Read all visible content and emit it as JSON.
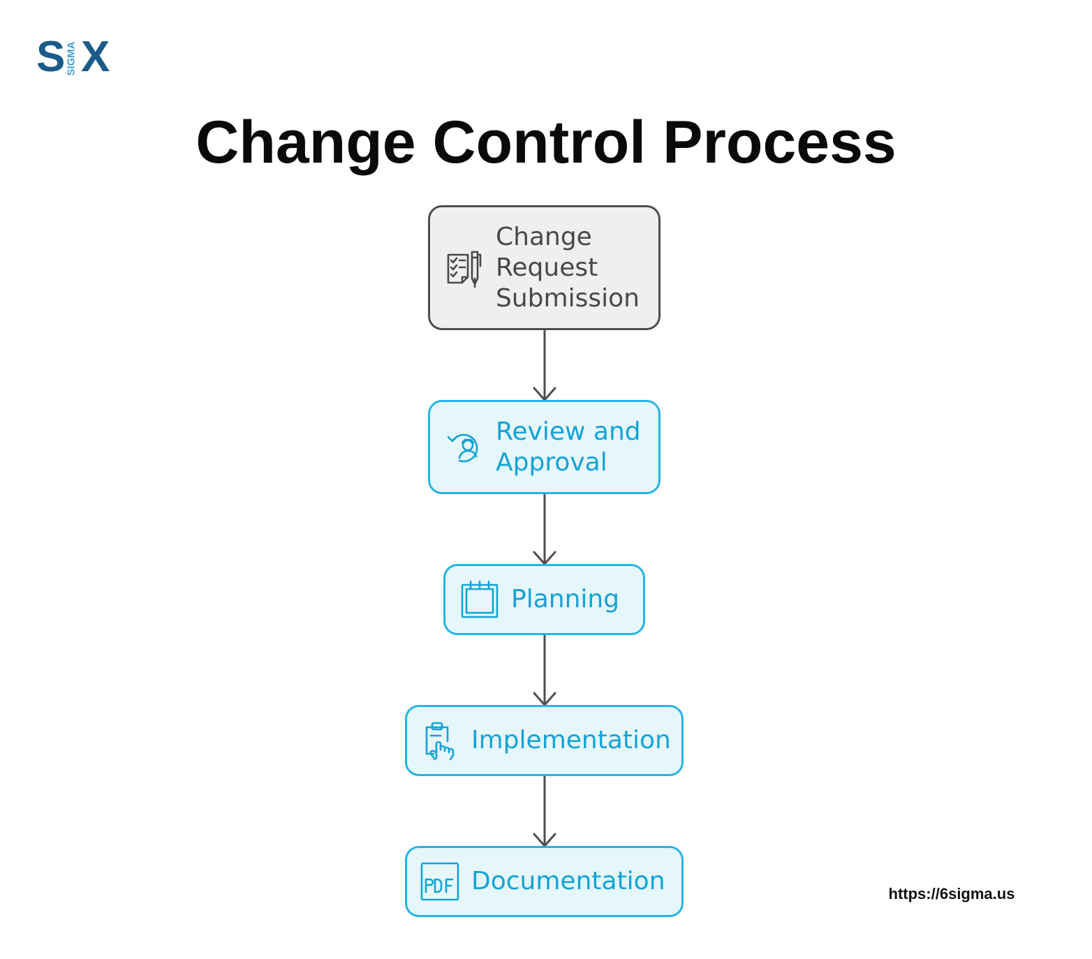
{
  "logo": {
    "letter_left": "S",
    "letter_middle": "SIGMA",
    "letter_right": "X",
    "primary_color": "#1a5b8a",
    "accent_color": "#3f9ed6"
  },
  "title": "Change Control Process",
  "steps": [
    {
      "label": "Change\nRequest\nSubmission",
      "icon": "checklist-pen-icon",
      "style": "gray"
    },
    {
      "label": "Review and\nApproval",
      "icon": "review-cycle-person-icon",
      "style": "blue"
    },
    {
      "label": "Planning",
      "icon": "calendar-icon",
      "style": "blue"
    },
    {
      "label": "Implementation",
      "icon": "clipboard-hand-icon",
      "style": "blue"
    },
    {
      "label": "Documentation",
      "icon": "pdf-document-icon",
      "style": "blue"
    }
  ],
  "colors": {
    "gray_fill": "#efefef",
    "gray_border": "#4d4d4d",
    "blue_fill": "#e6f7fc",
    "blue_border": "#26b3e3",
    "blue_text": "#13a3d6",
    "connector": "#4d4d4d"
  },
  "footer": {
    "url": "https://6sigma.us"
  }
}
